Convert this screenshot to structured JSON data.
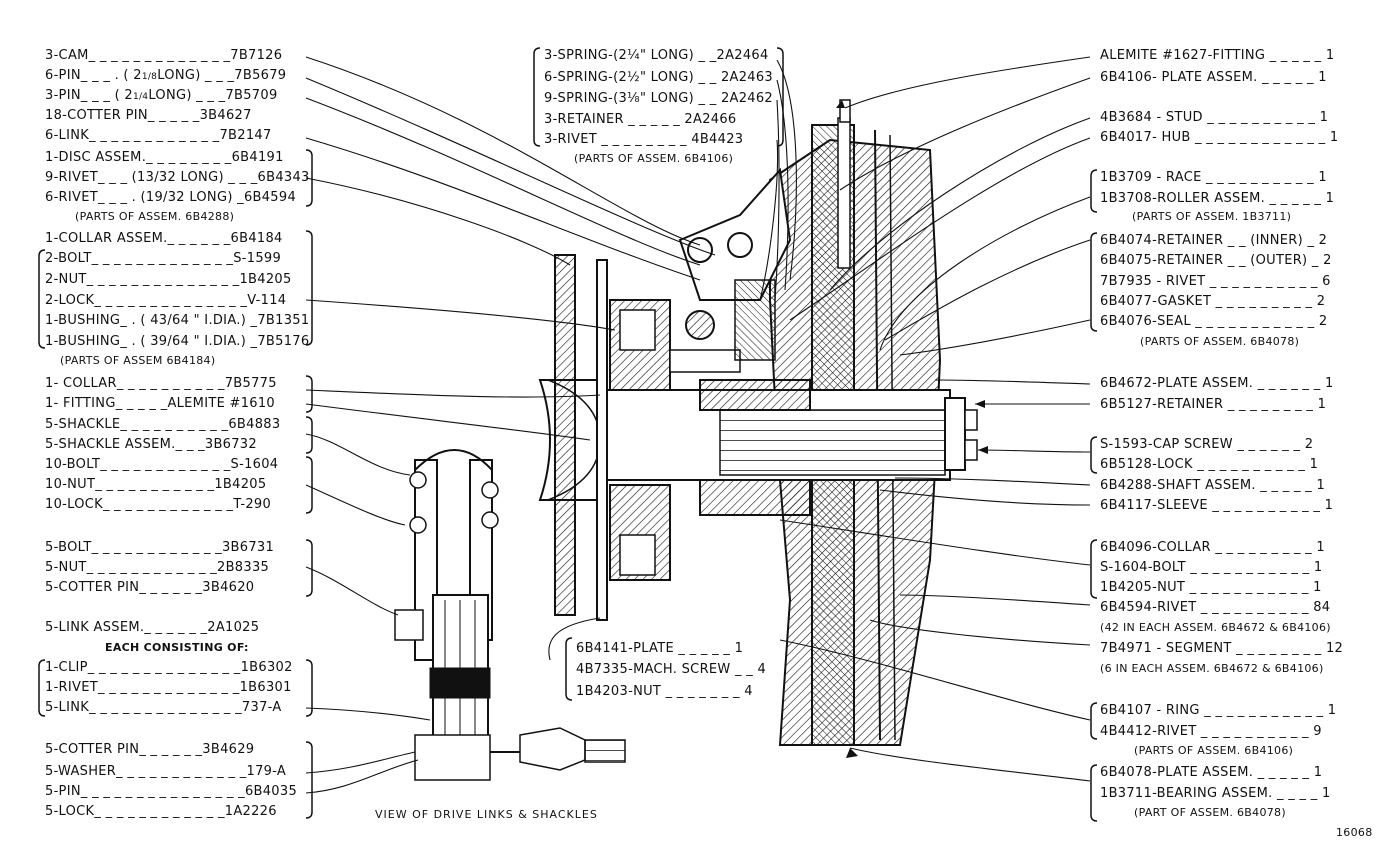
{
  "left_labels": [
    {
      "qty": "3-CAM",
      "dash": "_ _ _ _ _ _ _ _ _ _ _ _ _",
      "part": "7B7126"
    },
    {
      "qty": "6-PIN",
      "dash": "_ _ _ . ( 2",
      "frac": "1/8",
      "rest": "LONG) _ _ _",
      "part": "7B5679"
    },
    {
      "qty": "3-PIN",
      "dash": "_ _ _ ( 2",
      "frac": "1/4",
      "rest": "LONG) _ _ _",
      "part": "7B5709"
    },
    {
      "qty": "18-COTTER PIN",
      "dash": "_ _ _ _ _",
      "part": "3B4627"
    },
    {
      "qty": "6-LINK",
      "dash": "_ _ _ _ _ _ _ _ _ _ _ _",
      "part": "7B2147"
    },
    {
      "qty": "1-DISC ASSEM.",
      "dash": "_ _ _ _ _ _ _ _",
      "part": "6B4191"
    },
    {
      "qty": "9-RIVET",
      "dash": "_ _ _ (13/32 LONG) _ _ _",
      "part": "6B4343"
    },
    {
      "qty": "6-RIVET",
      "dash": "_ _ _ . (19/32 LONG) _",
      "part": "6B4594"
    },
    {
      "qty": "1-COLLAR ASSEM.",
      "dash": "_ _ _ _ _ _",
      "part": "6B4184"
    },
    {
      "qty": "2-BOLT",
      "dash": "_ _ _ _ _ _ _ _ _ _ _ _ _",
      "part": "S-1599"
    },
    {
      "qty": "2-NUT",
      "dash": "_ _ _ _ _ _ _ _ _ _ _ _ _ _",
      "part": "1B4205"
    },
    {
      "qty": "2-LOCK",
      "dash": "_ _ _ _ _ _ _ _ _ _ _ _ _ _",
      "part": "V-114"
    },
    {
      "qty": "1-BUSHING",
      "dash": "_ . ( 43/64 \" I.DIA.) _",
      "part": "7B1351"
    },
    {
      "qty": "1-BUSHING",
      "dash": "_ . ( 39/64 \" I.DIA.) _",
      "part": "7B5176"
    },
    {
      "qty": "1- COLLAR",
      "dash": "_ _ _ _ _ _ _ _ _ _",
      "part": "7B5775"
    },
    {
      "qty": "1- FITTING",
      "dash": "_ _ _ _ _",
      "part": "ALEMITE #1610"
    },
    {
      "qty": "5-SHACKLE",
      "dash": "_ _ _ _ _ _ _ _ _ _",
      "part": "6B4883"
    },
    {
      "qty": "5-SHACKLE ASSEM.",
      "dash": "_ _ _",
      "part": "3B6732"
    },
    {
      "qty": "10-BOLT",
      "dash": "_ _ _ _ _ _ _ _ _ _ _ _",
      "part": "S-1604"
    },
    {
      "qty": "10-NUT",
      "dash": "_ _ _ _ _ _ _ _ _ _ _",
      "part": "1B4205"
    },
    {
      "qty": "10-LOCK",
      "dash": "_ _ _ _ _ _ _ _ _ _ _ _",
      "part": "T-290"
    },
    {
      "qty": "5-BOLT",
      "dash": "_ _ _ _ _ _ _ _ _ _ _ _",
      "part": "3B6731"
    },
    {
      "qty": "5-NUT",
      "dash": "_ _ _ _ _ _ _ _ _ _ _ _",
      "part": "2B8335"
    },
    {
      "qty": "5-COTTER PIN",
      "dash": "_ _ _ _ _ _",
      "part": "3B4620"
    },
    {
      "qty": "5-LINK ASSEM.",
      "dash": "_ _ _ _ _ _",
      "part": "2A1025"
    },
    {
      "qty": "1-CLIP",
      "dash": "_ _ _ _ _ _ _ _ _ _ _ _ _ _",
      "part": "1B6302"
    },
    {
      "qty": "1-RIVET",
      "dash": "_ _ _ _ _ _ _ _ _ _ _ _ _",
      "part": "1B6301"
    },
    {
      "qty": "5-LINK",
      "dash": "_ _ _ _ _ _ _ _ _ _ _ _ _ _",
      "part": "737-A"
    },
    {
      "qty": "5-COTTER PIN",
      "dash": "_ _ _ _ _ _",
      "part": "3B4629"
    },
    {
      "qty": "5-WASHER",
      "dash": "_ _ _ _ _ _ _ _ _ _ _ _",
      "part": "179-A"
    },
    {
      "qty": "5-PIN",
      "dash": "_ _ _ _ _ _ _ _ _ _ _ _ _ _ _",
      "part": "6B4035"
    },
    {
      "qty": "5-LOCK",
      "dash": "_ _ _ _ _ _ _ _ _ _ _ _",
      "part": "1A2226"
    }
  ],
  "left_notes": {
    "parts_of_6b4288": "(PARTS OF ASSEM. 6B4288)",
    "parts_of_6b4184": "(PARTS OF ASSEM 6B4184)",
    "each_consisting": "EACH CONSISTING OF:"
  },
  "center_labels": [
    {
      "text": "3-SPRING-(2¼\" LONG) _ _2A2464"
    },
    {
      "text": "6-SPRING-(2½\" LONG) _ _ 2A2463"
    },
    {
      "text": "9-SPRING-(3⅛\" LONG) _ _ 2A2462"
    },
    {
      "text": "3-RETAINER _ _ _ _ _ 2A2466"
    },
    {
      "text": "3-RIVET _ _ _ _ _ _ _ _ 4B4423"
    }
  ],
  "center_note": "(PARTS OF ASSEM. 6B4106)",
  "bottom_center_labels": [
    {
      "text": "6B4141-PLATE _ _ _ _ _ 1"
    },
    {
      "text": "4B7335-MACH. SCREW _ _ 4"
    },
    {
      "text": "1B4203-NUT _ _ _ _ _ _ _ 4"
    }
  ],
  "right_labels": [
    {
      "text": "ALEMITE #1627-FITTING _ _ _ _ _ 1"
    },
    {
      "text": "6B4106- PLATE ASSEM. _ _ _ _ _ 1"
    },
    {
      "text": "4B3684 - STUD _ _ _ _ _ _ _ _ _ _ 1"
    },
    {
      "text": "6B4017- HUB _ _ _ _ _ _ _ _ _ _ _ _ 1"
    },
    {
      "text": "1B3709 - RACE _ _ _ _ _ _ _ _ _ _ 1"
    },
    {
      "text": "1B3708-ROLLER ASSEM. _ _ _ _ _ 1"
    },
    {
      "text": "6B4074-RETAINER _ _ (INNER) _ 2"
    },
    {
      "text": "6B4075-RETAINER _ _ (OUTER) _ 2"
    },
    {
      "text": "7B7935 - RIVET _ _ _ _ _ _ _ _ _ _ 6"
    },
    {
      "text": "6B4077-GASKET _ _ _ _ _ _ _ _ _ 2"
    },
    {
      "text": "6B4076-SEAL _ _ _ _ _ _ _ _ _ _ _ 2"
    },
    {
      "text": "6B4672-PLATE ASSEM. _ _ _ _ _ _ 1"
    },
    {
      "text": "6B5127-RETAINER _ _ _ _ _ _ _ _ 1"
    },
    {
      "text": "S-1593-CAP SCREW _ _ _ _ _ _ 2"
    },
    {
      "text": "6B5128-LOCK _ _ _ _ _ _ _ _ _ _ 1"
    },
    {
      "text": "6B4288-SHAFT ASSEM. _ _ _ _ _ 1"
    },
    {
      "text": "6B4117-SLEEVE _ _ _ _ _ _ _ _ _ _ 1"
    },
    {
      "text": "6B4096-COLLAR _ _ _ _ _ _ _ _ _ 1"
    },
    {
      "text": "S-1604-BOLT _ _ _ _ _ _ _ _ _ _ _ 1"
    },
    {
      "text": "1B4205-NUT _ _ _ _ _ _ _ _ _ _ _ 1"
    },
    {
      "text": "6B4594-RIVET _ _ _ _ _ _ _ _ _ _ 84"
    },
    {
      "text": "7B4971 - SEGMENT _ _ _ _ _ _ _ _ 12"
    },
    {
      "text": "6B4107 - RING _ _ _ _ _ _ _ _ _ _ _ 1"
    },
    {
      "text": "4B4412-RIVET _ _ _ _ _ _ _ _ _ _ 9"
    },
    {
      "text": "6B4078-PLATE ASSEM. _ _ _ _ _ 1"
    },
    {
      "text": "1B3711-BEARING ASSEM. _ _ _ _ 1"
    }
  ],
  "right_notes": {
    "parts_of_1b3711": "(PARTS OF ASSEM. 1B3711)",
    "parts_of_6b4078": "(PARTS OF ASSEM. 6B4078)",
    "forty_two": "(42 IN EACH ASSEM. 6B4672 & 6B4106)",
    "six_in_each": "(6 IN EACH ASSEM. 6B4672 & 6B4106)",
    "parts_of_6b4106": "(PARTS OF ASSEM. 6B4106)",
    "part_of_6b4078": "(PART OF ASSEM. 6B4078)"
  },
  "caption": "VIEW OF DRIVE LINKS & SHACKLES",
  "figure_number": "16068"
}
